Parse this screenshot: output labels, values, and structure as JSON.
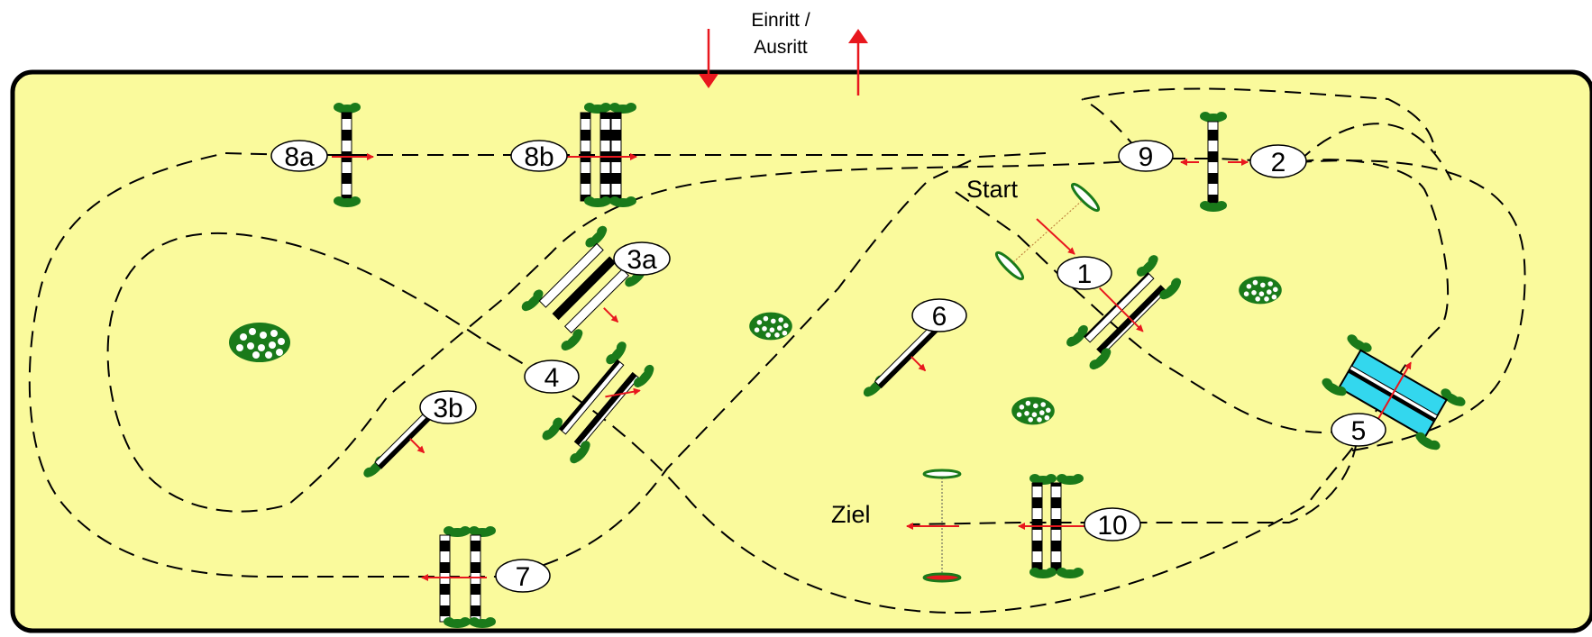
{
  "entry": {
    "line1": "Einritt /",
    "line2": "Ausritt"
  },
  "start_label": "Start",
  "finish_label": "Ziel",
  "colors": {
    "arena_fill": "#fafa9c",
    "arena_border": "#000000",
    "arrow": "#e8171e",
    "bush": "#1a7a1a",
    "water": "#33d7ee",
    "path": "#000000"
  },
  "obstacles": [
    {
      "id": "1",
      "type": "oxer"
    },
    {
      "id": "2",
      "type": "vertical"
    },
    {
      "id": "3a",
      "type": "triple"
    },
    {
      "id": "3b",
      "type": "vertical"
    },
    {
      "id": "4",
      "type": "oxer"
    },
    {
      "id": "5",
      "type": "water-jump"
    },
    {
      "id": "6",
      "type": "vertical"
    },
    {
      "id": "7",
      "type": "oxer"
    },
    {
      "id": "8a",
      "type": "vertical"
    },
    {
      "id": "8b",
      "type": "triple"
    },
    {
      "id": "9",
      "type": "vertical"
    },
    {
      "id": "10",
      "type": "oxer"
    }
  ]
}
